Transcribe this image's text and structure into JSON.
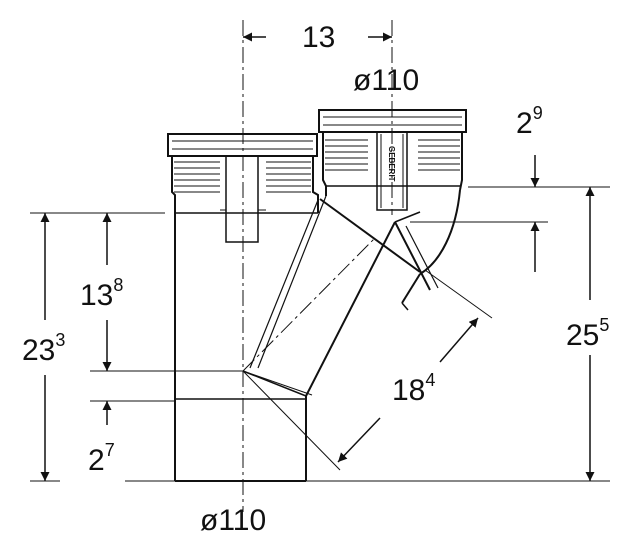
{
  "dimensions": {
    "top_offset": "13",
    "branch_diameter": "ø110",
    "main_diameter": "ø110",
    "branch_socket_offset": {
      "base": "2",
      "sup": "9"
    },
    "left_height": {
      "base": "13",
      "sup": "8"
    },
    "total_height": {
      "base": "23",
      "sup": "3"
    },
    "bottom_offset": {
      "base": "2",
      "sup": "7"
    },
    "branch_length": {
      "base": "18",
      "sup": "4"
    },
    "right_height": {
      "base": "25",
      "sup": "5"
    }
  },
  "logo": {
    "text": "GEBERIT"
  },
  "colors": {
    "line": "#111111",
    "background": "#ffffff"
  }
}
